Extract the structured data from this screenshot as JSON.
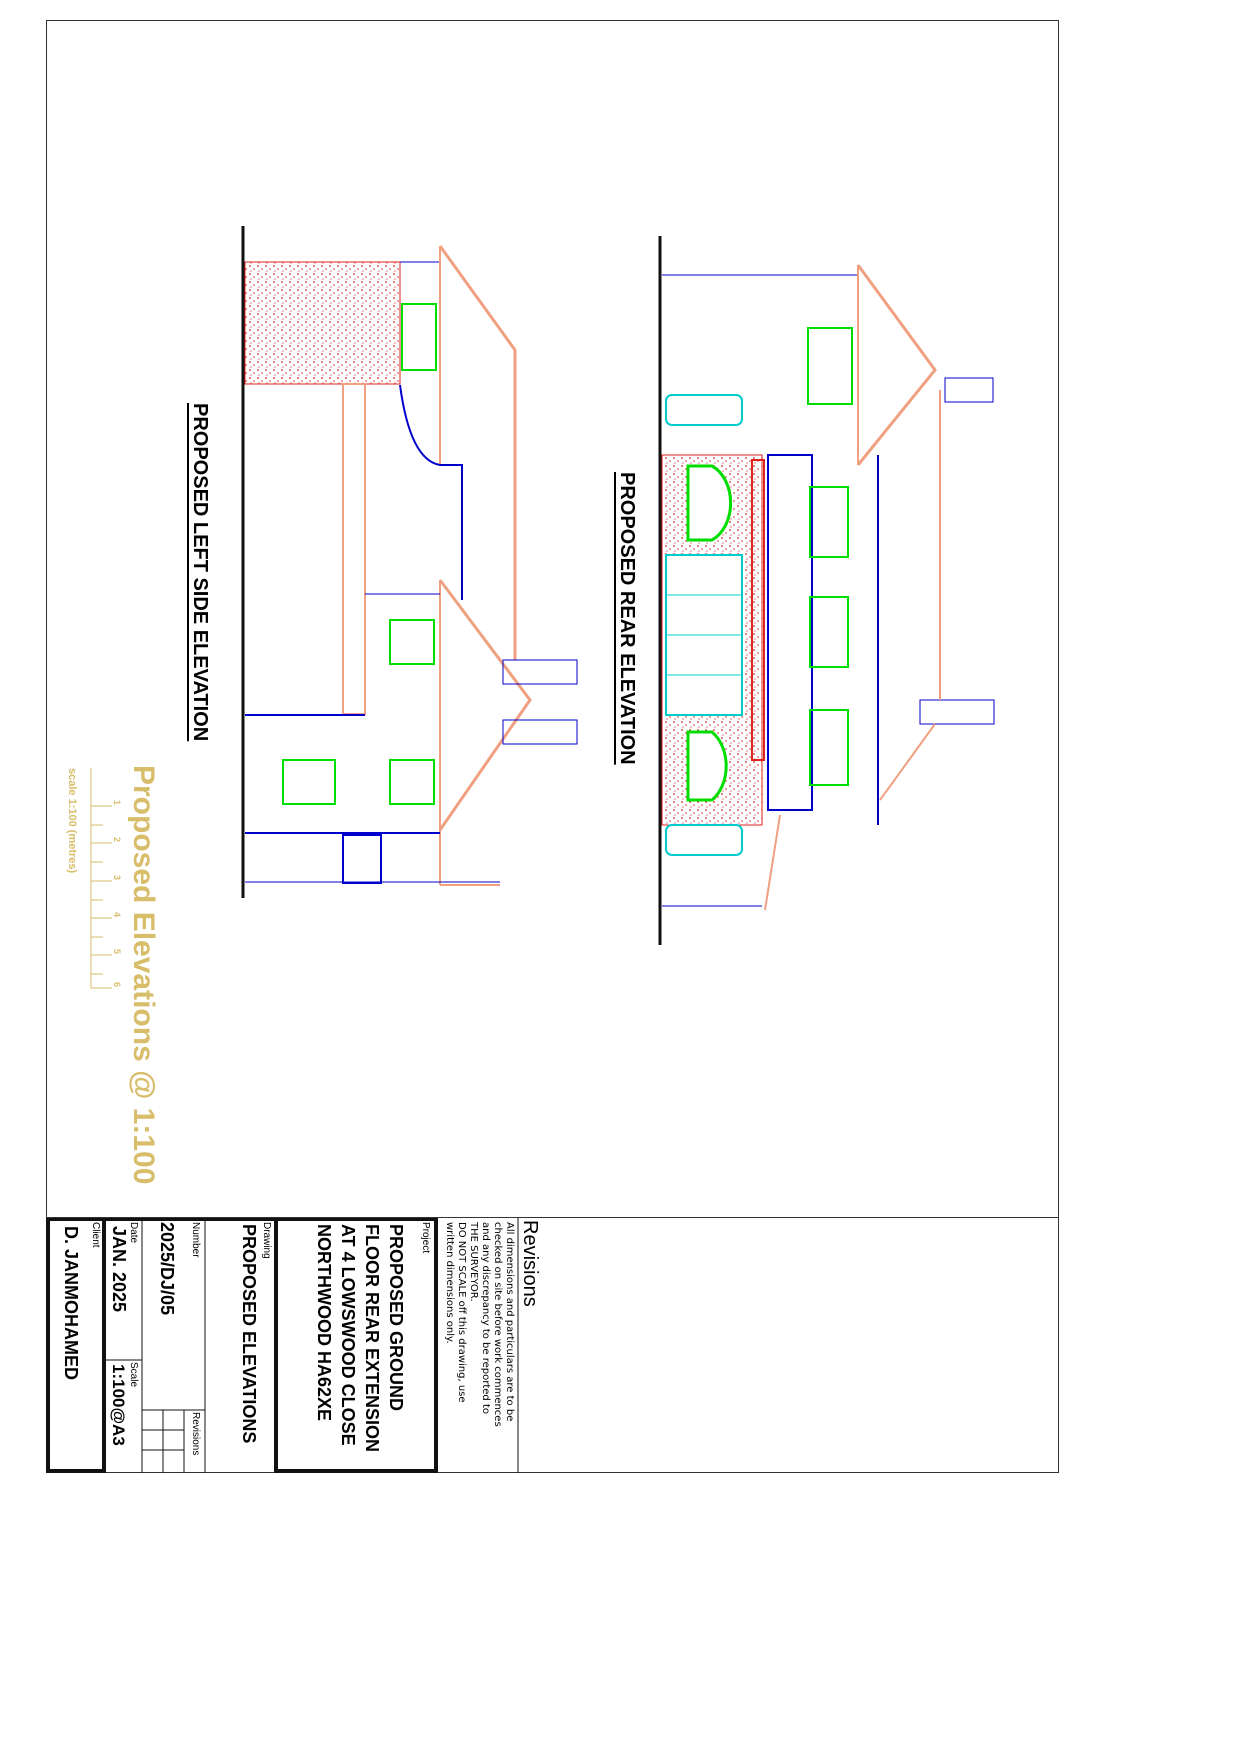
{
  "elevations": {
    "rear_title": "PROPOSED REAR ELEVATION",
    "left_title": "PROPOSED LEFT SIDE ELEVATION"
  },
  "sheet_heading": "Proposed Elevations  @  1:100",
  "scale_bar": {
    "label": "scale 1:100 (metres)",
    "ticks": [
      "1",
      "2",
      "3",
      "4",
      "5",
      "6"
    ]
  },
  "title_block": {
    "revisions_heading": "Revisions",
    "notes": [
      "All dimensions and particulars are to be",
      "checked on site before work commences",
      "and any discrepancy to be reported to",
      "THE SURVEYOR.",
      "DO NOT SCALE off this drawing, use",
      "written dimensions only."
    ],
    "project_label": "Project",
    "project_lines": [
      "PROPOSED GROUND",
      "FLOOR REAR EXTENSION",
      "AT 4 LOWSWOOD CLOSE",
      "NORTHWOOD HA62XE"
    ],
    "drawing_label": "Drawing",
    "drawing": "PROPOSED ELEVATIONS",
    "number_label": "Number",
    "number": "2025/DJ/05",
    "revisions_label": "Revisions",
    "date_label": "Date",
    "date": "JAN. 2025",
    "scale_label": "Scale",
    "scale": "1:100@A3",
    "client_label": "Client",
    "client": "D. JANMOHAMED"
  },
  "colors": {
    "roof": "#f0a080",
    "wall": "#0000cc",
    "window": "#00dd00",
    "glass": "#00cccc",
    "brick": "#dd2222",
    "gold": "#d8bd6a"
  }
}
